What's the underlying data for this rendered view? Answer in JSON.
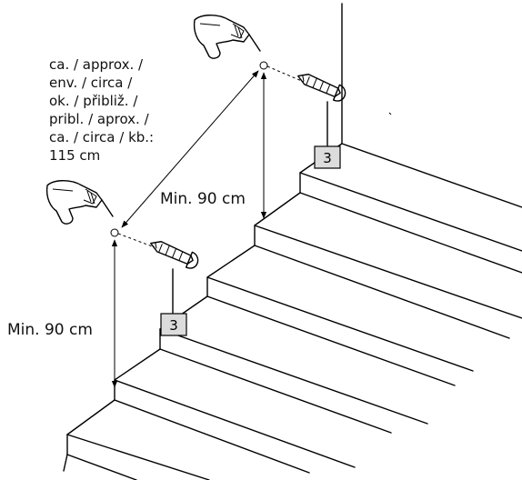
{
  "measure_approx": {
    "lines": [
      "ca. / approx. /",
      "env. / circa /",
      "ok. / přibliž. /",
      "pribl. / aprox. /",
      "ca. / circa / kb.:",
      "115 cm"
    ]
  },
  "measure_upper_min": "Min. 90 cm",
  "measure_lower_min": "Min. 90 cm",
  "callout_upper": "3",
  "callout_lower": "3"
}
